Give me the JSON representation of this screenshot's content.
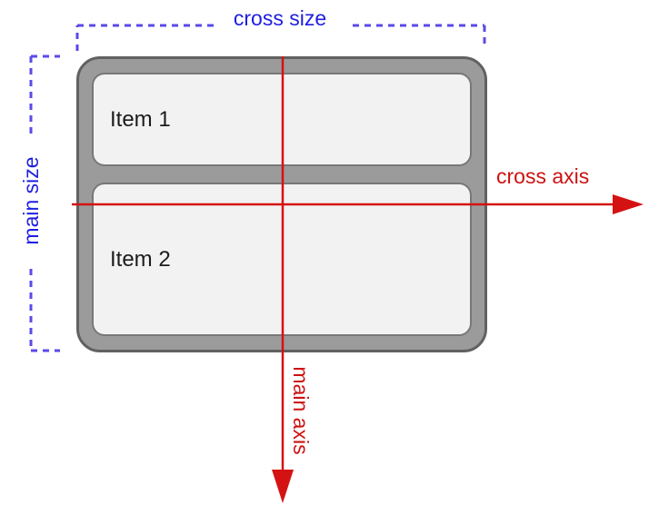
{
  "figure": {
    "items": [
      {
        "label": "Item 1"
      },
      {
        "label": "Item 2"
      }
    ],
    "labels": {
      "cross_size": "cross size",
      "main_size": "main size",
      "cross_axis": "cross axis",
      "main_axis": "main axis"
    },
    "colors": {
      "size_label_blue": "#1e1ee0",
      "bracket_dash_blue": "#5a4ae8",
      "axis_red": "#d51212",
      "container_fill": "#9b9b9b",
      "container_border": "#616161",
      "item_fill": "#f2f2f2",
      "item_border": "#787878",
      "item_text": "#1c1c1c"
    }
  }
}
